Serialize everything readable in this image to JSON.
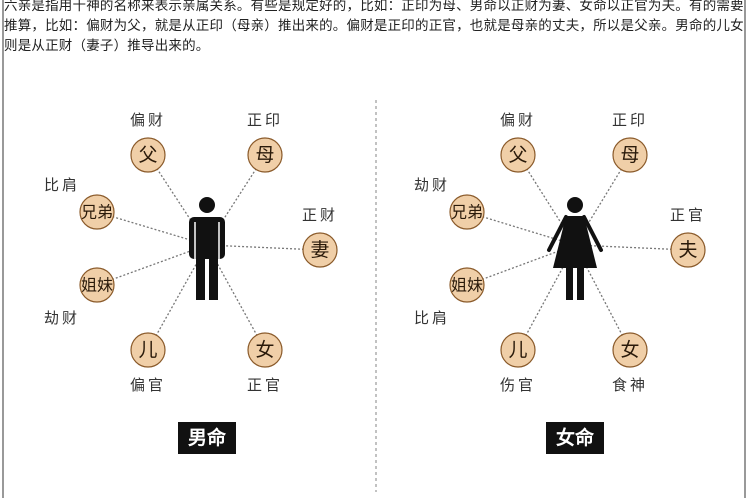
{
  "intro_text": "六亲是指用十神的名称来表示亲属关系。有些是规定好的，比如：正印为母、男命以正财为妻、女命以正官为夫。有的需要推算，比如：偏财为父，就是从正印（母亲）推出来的。偏财是正印的正官，也就是母亲的丈夫，所以是父亲。男命的儿女则是从正财（妻子）推导出来的。",
  "colors": {
    "circle_fill": "#f0cfa8",
    "circle_border": "#8a5a2a",
    "badge": "#111111",
    "line": "#777777"
  },
  "diagrams": [
    {
      "badge": "男命",
      "figure": "man-icon",
      "nodes": [
        {
          "kin": "父",
          "god": "偏财"
        },
        {
          "kin": "母",
          "god": "正印"
        },
        {
          "kin": "兄弟",
          "god": "比肩"
        },
        {
          "kin": "妻",
          "god": "正财"
        },
        {
          "kin": "姐妹",
          "god": "劫财"
        },
        {
          "kin": "儿",
          "god": "偏官"
        },
        {
          "kin": "女",
          "god": "正官"
        }
      ]
    },
    {
      "badge": "女命",
      "figure": "woman-icon",
      "nodes": [
        {
          "kin": "父",
          "god": "偏财"
        },
        {
          "kin": "母",
          "god": "正印"
        },
        {
          "kin": "兄弟",
          "god": "劫财"
        },
        {
          "kin": "夫",
          "god": "正官"
        },
        {
          "kin": "姐妹",
          "god": "比肩"
        },
        {
          "kin": "儿",
          "god": "伤官"
        },
        {
          "kin": "女",
          "god": "食神"
        }
      ]
    }
  ]
}
